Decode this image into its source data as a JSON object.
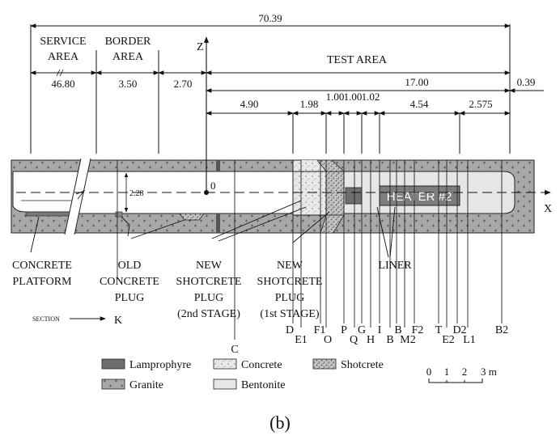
{
  "dimensions": {
    "total": "70.39",
    "service": "46.80",
    "border": "3.50",
    "gap": "2.70",
    "test": "17.00",
    "end": "0.39",
    "d1": "4.90",
    "d2": "1.98",
    "d3": "1.00",
    "d4": "1.00",
    "d5": "1.02",
    "d6": "4.54",
    "d7": "2.575",
    "height": "2.28"
  },
  "areas": {
    "service_1": "SERVICE",
    "service_2": "AREA",
    "border_1": "BORDER",
    "border_2": "AREA",
    "test": "TEST AREA"
  },
  "axes": {
    "z": "Z",
    "x": "X",
    "origin": "0"
  },
  "heater": "HEATER #2",
  "callouts": {
    "platform_1": "CONCRETE",
    "platform_2": "PLATFORM",
    "old_1": "OLD",
    "old_2": "CONCRETE",
    "old_3": "PLUG",
    "new2_1": "NEW",
    "new2_2": "SHOTCRETE",
    "new2_3": "PLUG",
    "new2_4": "(2nd STAGE)",
    "new1_1": "NEW",
    "new1_2": "SHOTCRETE",
    "new1_3": "PLUG",
    "new1_4": "(1st STAGE)",
    "liner": "LINER"
  },
  "section_label": "SECTION",
  "sections": {
    "K": "K",
    "C": "C",
    "D": "D",
    "E1": "E1",
    "F1": "F1",
    "O": "O",
    "P": "P",
    "Q": "Q",
    "G": "G",
    "H": "H",
    "I": "I",
    "B": "B",
    "B_2": "B",
    "M2": "M2",
    "F2": "F2",
    "T": "T",
    "E2": "E2",
    "D2": "D2",
    "L1": "L1",
    "B2": "B2"
  },
  "legend": {
    "lamprophyre": "Lamprophyre",
    "concrete": "Concrete",
    "shotcrete": "Shotcrete",
    "granite": "Granite",
    "bentonite": "Bentonite"
  },
  "scale": {
    "s0": "0",
    "s1": "1",
    "s2": "2",
    "s3": "3 m"
  },
  "caption": "(b)",
  "colors": {
    "granite": "#a9a9a9",
    "bentonite": "#e6e6e6",
    "lamprophyre": "#6e6e6e",
    "heater": "#7d7d7d"
  }
}
